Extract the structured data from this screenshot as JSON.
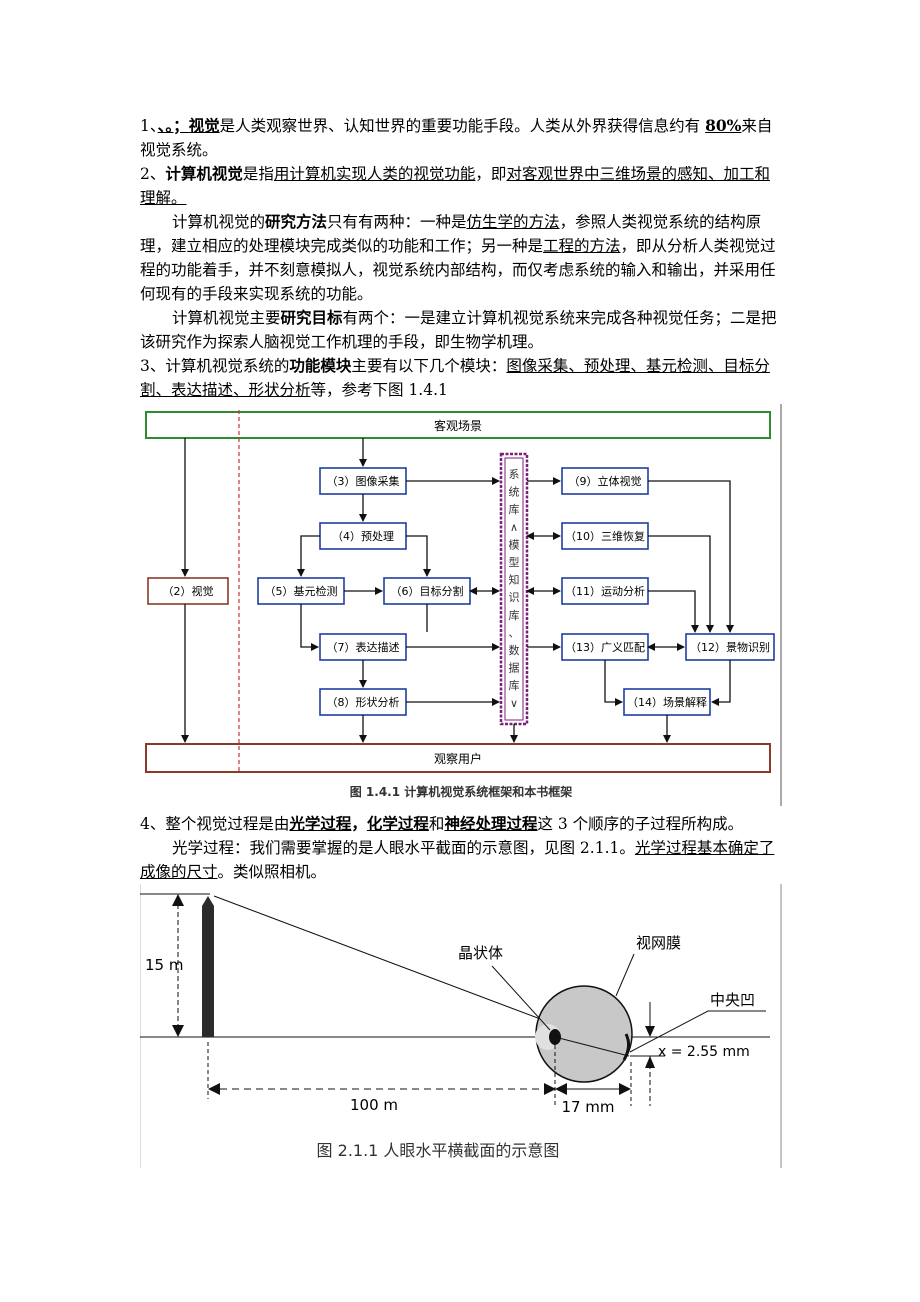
{
  "p1": {
    "lead": "1、",
    "mark": "、。；",
    "kw1": "视觉",
    "t1": "是人类观察世界、认知世界的重要功能手段。人类从外界获得信息约有 ",
    "pct": "80%",
    "t2": "来自视觉系统。"
  },
  "p2": {
    "lead": "2、",
    "kw": "计算机视觉",
    "t1": "是指",
    "u1": "用计算机实现人类的视觉功能",
    "t2": "，即",
    "u2": "对客观世界中三维场景的感知、加工和理解。"
  },
  "p3": {
    "t1": "计算机视觉的",
    "kw": "研究方法",
    "t2": "只有有两种：一种是",
    "u1": "仿生学的方法",
    "t3": "，参照人类视觉系统的结构原理，建立相应的处理模块完成类似的功能和工作；另一种是",
    "u2": "工程的方法",
    "t4": "，即从分析人类视觉过程的功能着手，并不刻意模拟人，视觉系统内部结构，而仅考虑系统的输入和输出，并采用任何现有的手段来实现系统的功能。"
  },
  "p4": {
    "t1": "计算机视觉主要",
    "kw": "研究目标",
    "t2": "有两个：一是建立计算机视觉系统来完成各种视觉任务；二是把该研究作为探索人脑视觉工作机理的手段，即生物学机理。"
  },
  "p5": {
    "lead": "3、计算机视觉系统的",
    "kw": "功能模块",
    "t1": "主要有以下几个模块：",
    "u1": "图像采集、预处理、基元检测、目标分割、表达描述、形状分析",
    "t2": "等，参考下图 1.4.1"
  },
  "fig1": {
    "top_box": "客观场景",
    "bottom_box": "观察用户",
    "n2": "（2）视觉",
    "n3": "（3）图像采集",
    "n4": "（4）预处理",
    "n5": "（5）基元检测",
    "n6": "（6）目标分割",
    "n7": "（7）表达描述",
    "n8": "（8）形状分析",
    "n9": "（9）立体视觉",
    "n10": "（10）三维恢复",
    "n11": "（11）运动分析",
    "n12": "（12）景物识别",
    "n13": "（13）广义匹配",
    "n14": "（14）场景解释",
    "kb_chars": [
      "系",
      "统",
      "库",
      "∧",
      "模",
      "型",
      "知",
      "识",
      "库",
      "、",
      "数",
      "据",
      "库",
      "∨"
    ],
    "caption": "图 1.4.1   计算机视觉系统框架和本书框架",
    "colors": {
      "green": "#2e8b2e",
      "blue": "#1f3f9f",
      "brown": "#8b3a2a",
      "purple": "#7a1f7a",
      "red": "#d23030"
    }
  },
  "p6": {
    "lead": "4、整个视觉过程是由",
    "u1": "光学过程",
    "s1": "，",
    "u2": "化学过程",
    "s2": "和",
    "u3": "神经处理过程",
    "t1": "这 3 个顺序的子过程所构成。"
  },
  "p7": {
    "t1": "光学过程：我们需要掌握的是人眼水平截面的示意图，见图 2.1.1。",
    "u1": "光学过程基本确定了成像的尺寸",
    "t2": "。类似照相机。"
  },
  "fig2": {
    "h_label": "15 m",
    "lens": "晶状体",
    "retina": "视网膜",
    "fovea": "中央凹",
    "x_label": "x = 2.55 mm",
    "d1": "100 m",
    "d2": "17 mm",
    "caption": "图 2.1.1    人眼水平横截面的示意图"
  }
}
